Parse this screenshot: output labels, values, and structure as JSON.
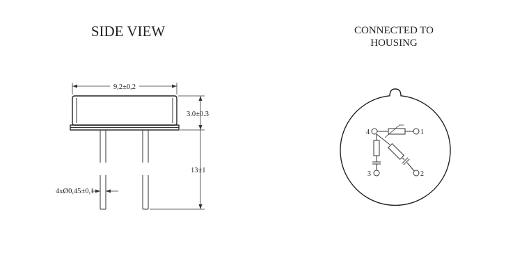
{
  "side_view": {
    "title": "SIDE VIEW",
    "width_dim": "9,2±0,2",
    "height_dim": "3.0±0.3",
    "lead_length_dim": "13±1",
    "lead_diameter_dim": "4xØ0,45±0,1"
  },
  "schematic": {
    "title_line1": "CONNECTED TO",
    "title_line2": "HOUSING",
    "pins": [
      "4",
      "1",
      "3",
      "2"
    ]
  }
}
